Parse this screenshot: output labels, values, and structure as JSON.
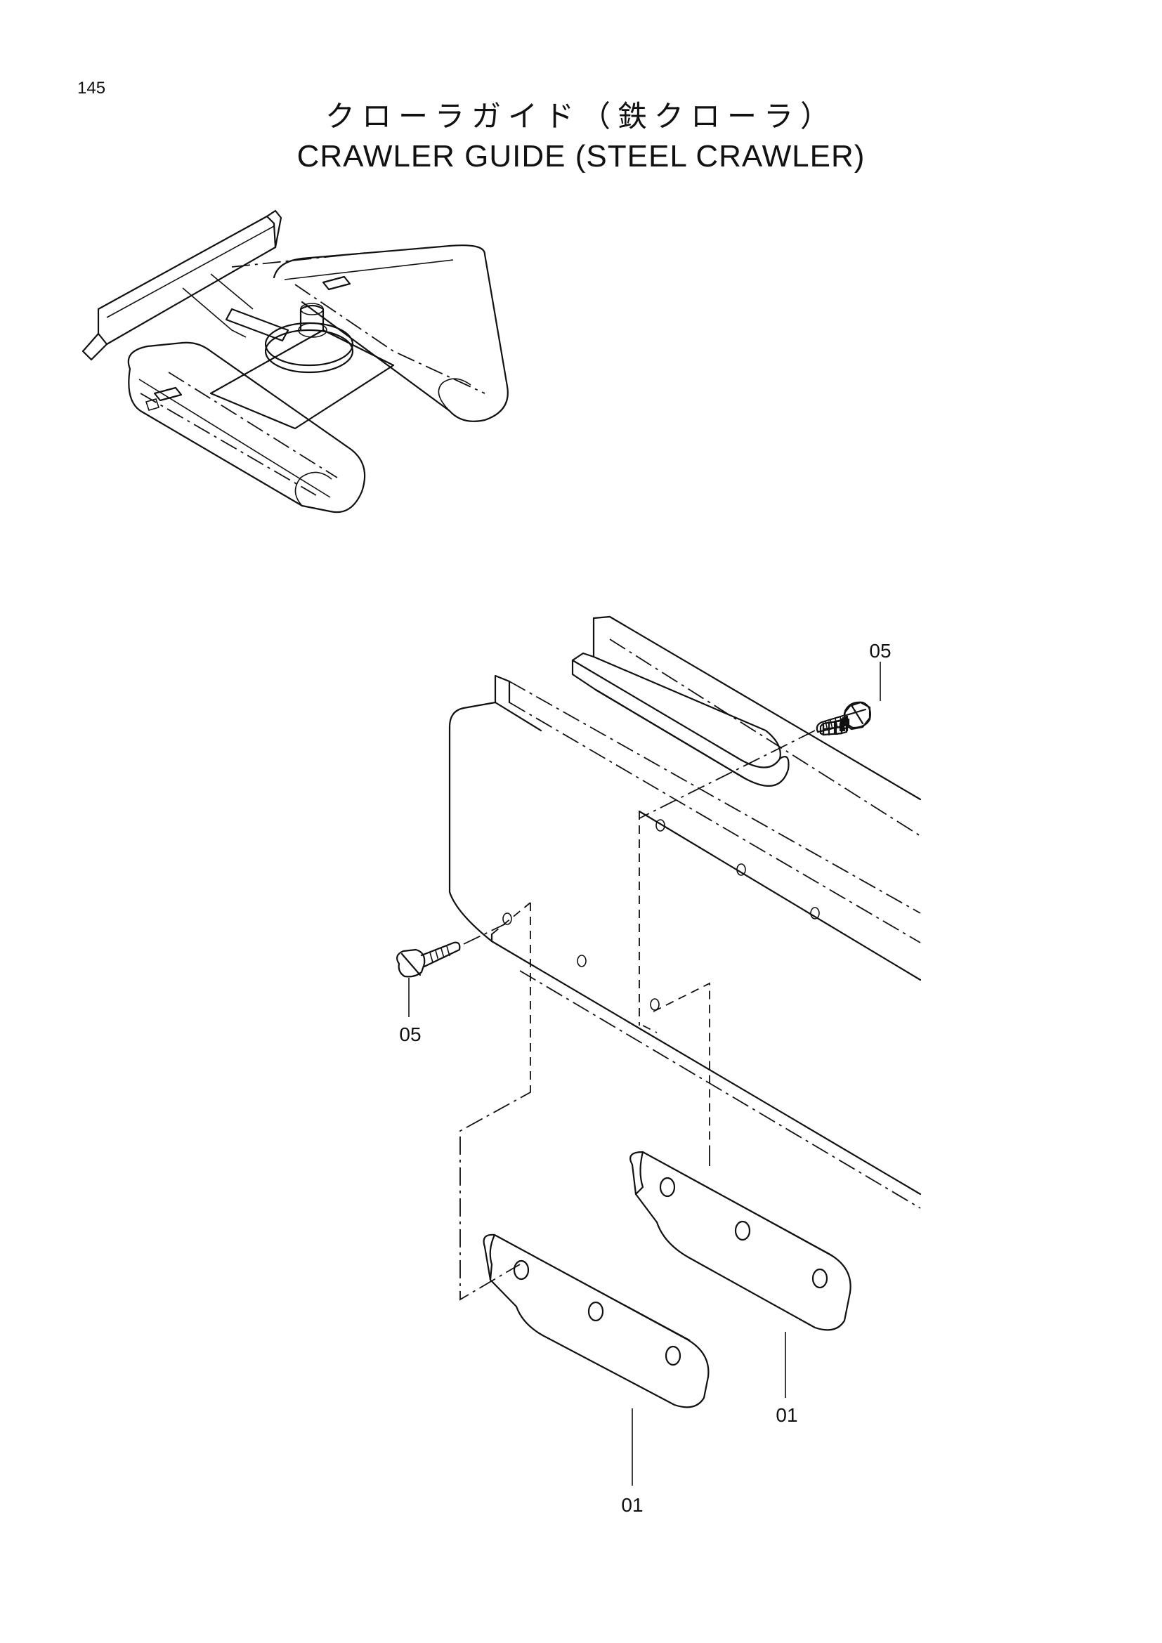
{
  "page": {
    "number": "145",
    "title_jp": "クローラガイド（鉄クローラ）",
    "title_en": "CRAWLER GUIDE (STEEL CRAWLER)"
  },
  "callouts": [
    {
      "id": "bolt-top",
      "label": "05"
    },
    {
      "id": "bolt-left",
      "label": "05"
    },
    {
      "id": "guide-right",
      "label": "01"
    },
    {
      "id": "guide-left",
      "label": "01"
    }
  ]
}
